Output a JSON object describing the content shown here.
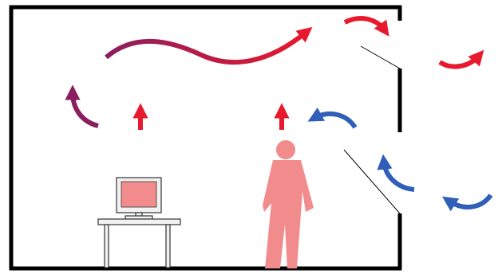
{
  "colors": {
    "wall": "#000000",
    "warm_air": "#e8192c",
    "mixed_air": "#8a1e5e",
    "cool_air": "#2f5fb8",
    "person": "#f28c8c",
    "monitor_screen": "#f28c8c",
    "furniture_fill": "#f2f2f2",
    "furniture_stroke": "#333333"
  },
  "icons": {
    "room": "room-cross-section",
    "heat_source_device": "computer-monitor-icon",
    "occupant": "person-icon",
    "warm_flow": "red-arrow",
    "cool_flow": "blue-arrow"
  }
}
